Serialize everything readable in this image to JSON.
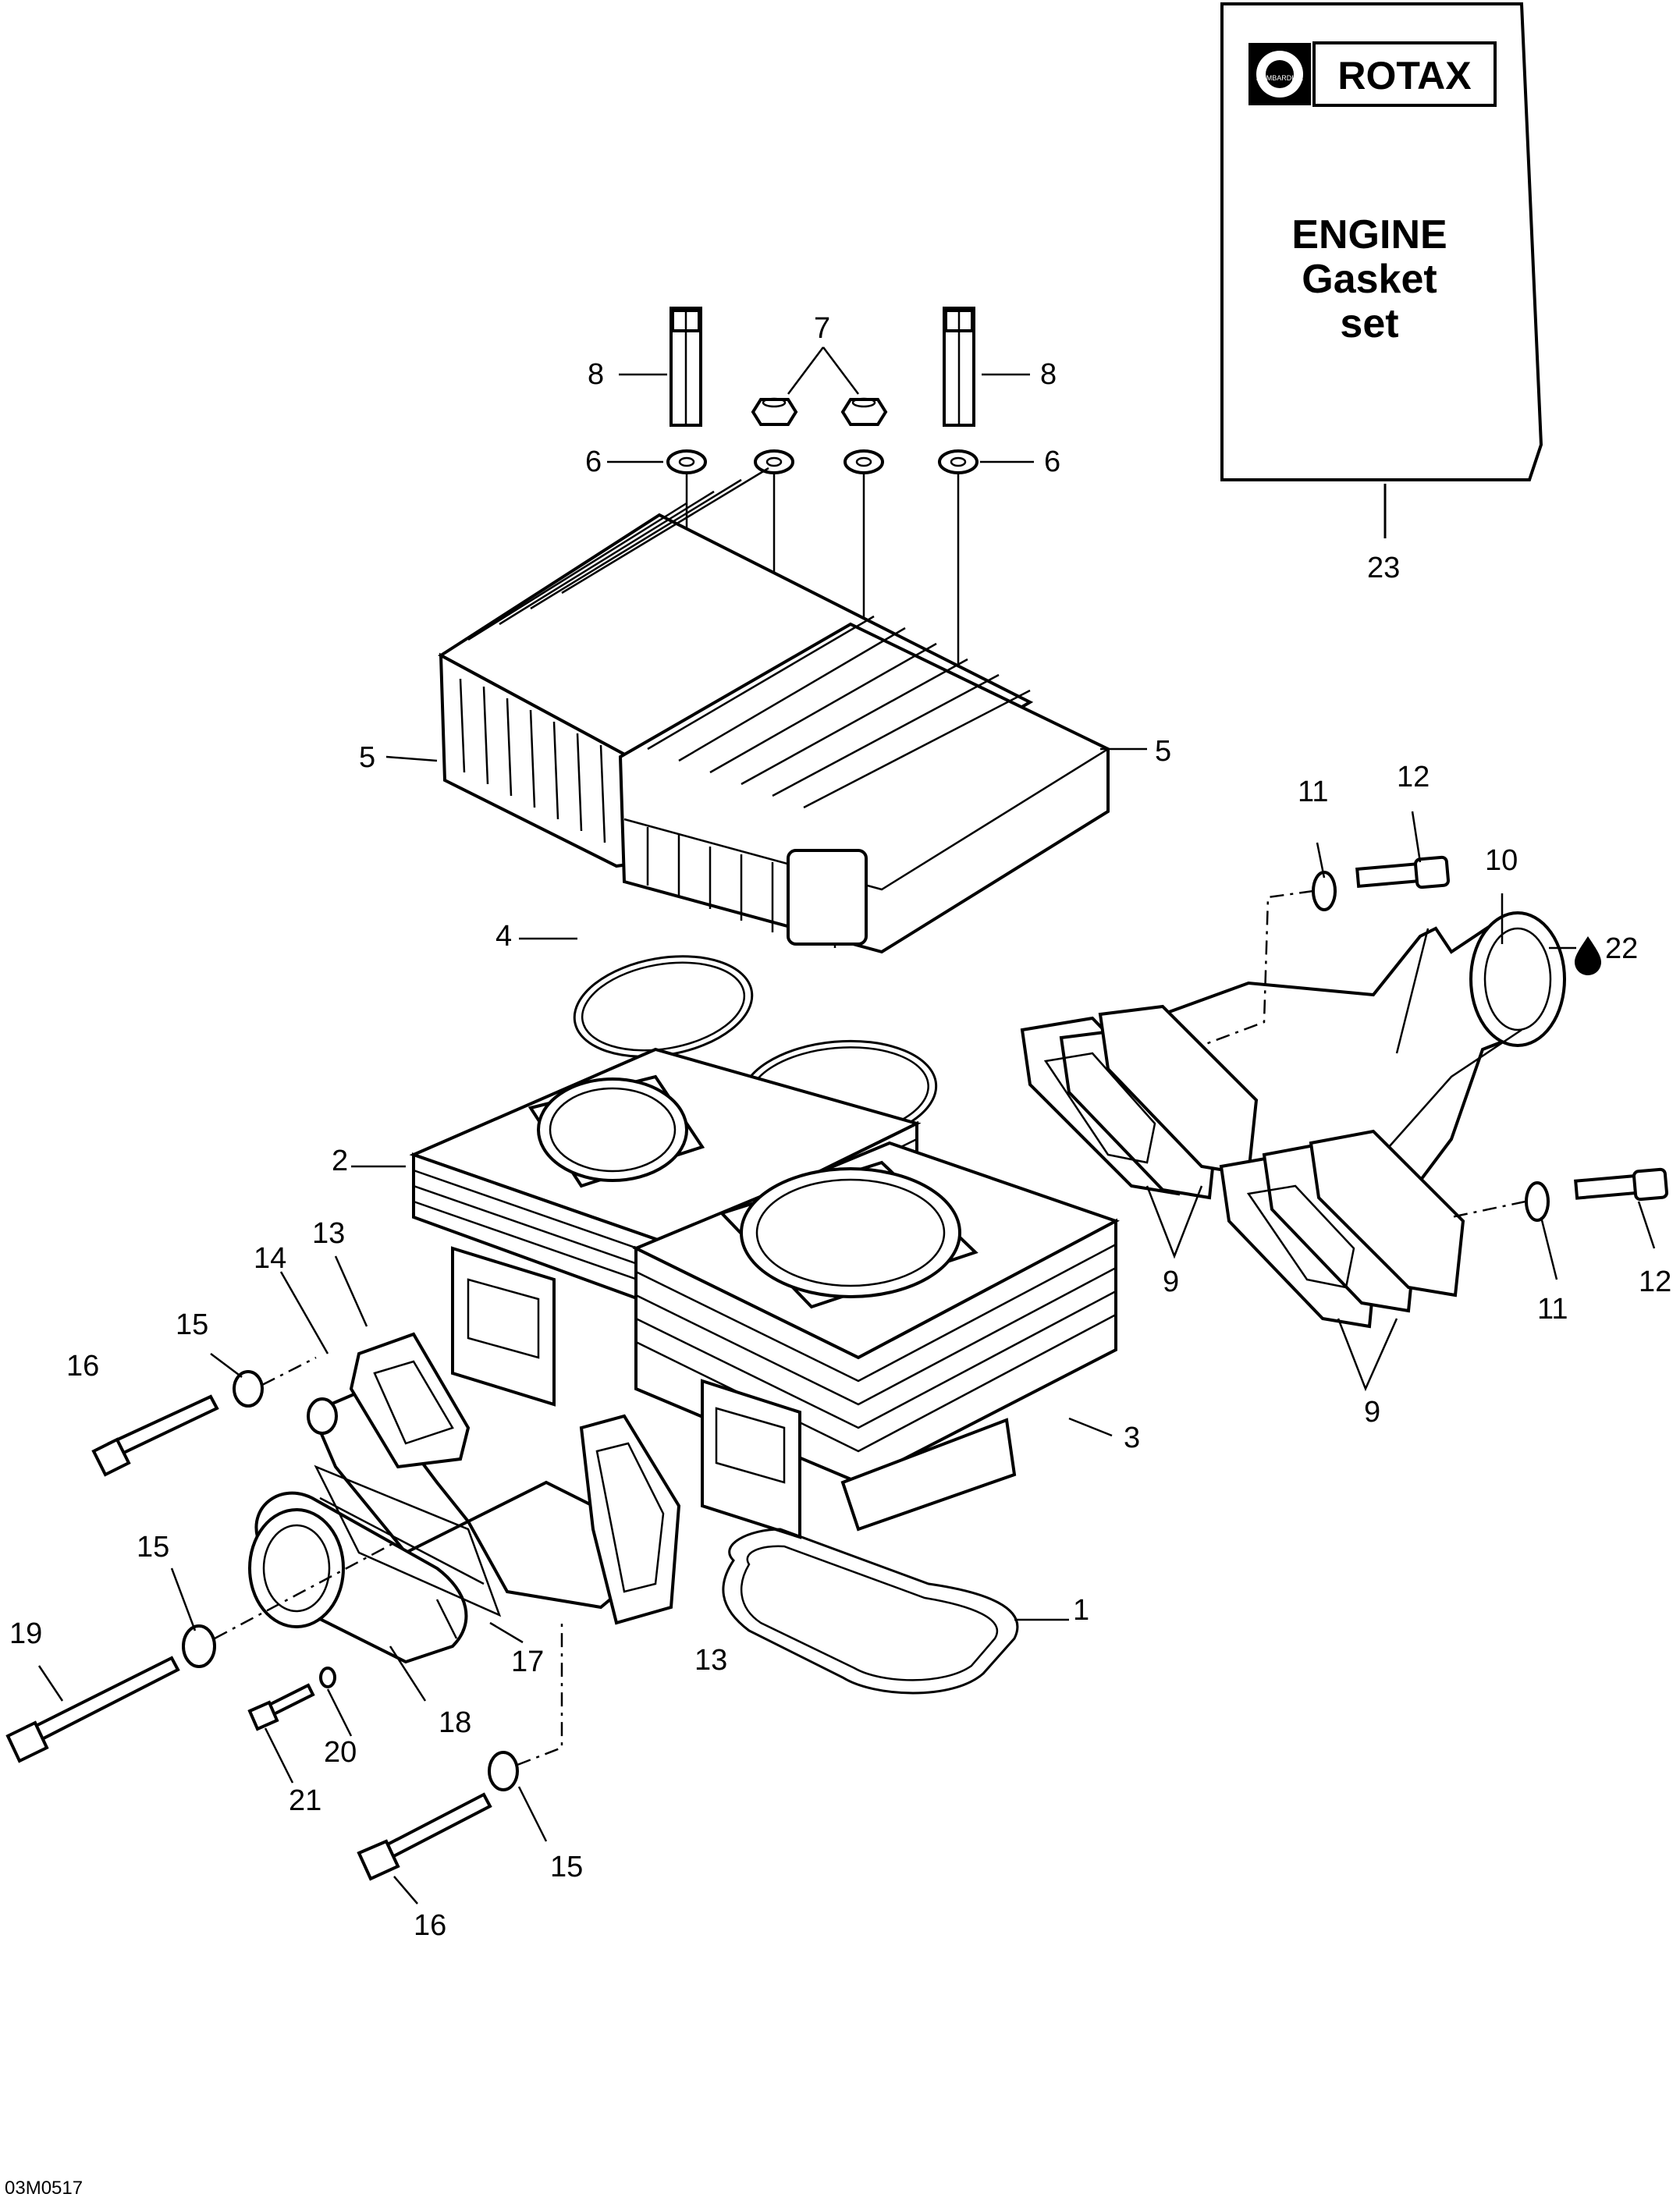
{
  "gasket_box": {
    "brand": "ROTAX",
    "line1": "ENGINE",
    "line2": "Gasket",
    "line3": "set",
    "logo_text": "BOMBARDIER"
  },
  "callouts": {
    "c1": "1",
    "c2": "2",
    "c3": "3",
    "c4": "4",
    "c5a": "5",
    "c5b": "5",
    "c6a": "6",
    "c6b": "6",
    "c7": "7",
    "c8a": "8",
    "c8b": "8",
    "c9a": "9",
    "c9b": "9",
    "c10": "10",
    "c11a": "11",
    "c11b": "11",
    "c12a": "12",
    "c12b": "12",
    "c13a": "13",
    "c13b": "13",
    "c14": "14",
    "c15a": "15",
    "c15b": "15",
    "c15c": "15",
    "c16a": "16",
    "c16b": "16",
    "c17": "17",
    "c18": "18",
    "c19": "19",
    "c20": "20",
    "c21": "21",
    "c22": "22",
    "c23": "23"
  },
  "drawing_code": "03M0517",
  "icons": {
    "sealant": "drop-icon"
  }
}
